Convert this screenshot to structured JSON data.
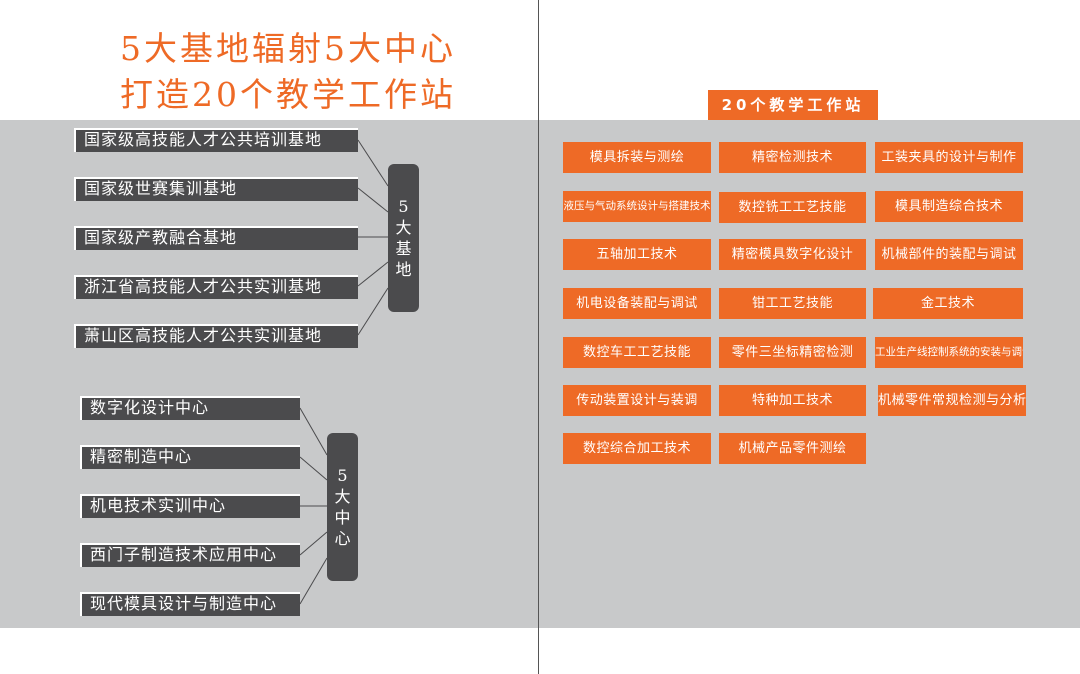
{
  "title": {
    "line1": "5大基地辐射5大中心",
    "line2": "打造20个教学工作站"
  },
  "stations_header": "20个教学工作站",
  "bases": {
    "group_label_chars": [
      "5",
      "大",
      "基",
      "地"
    ],
    "items": [
      "国家级高技能人才公共培训基地",
      "国家级世赛集训基地",
      "国家级产教融合基地",
      "浙江省高技能人才公共实训基地",
      "萧山区高技能人才公共实训基地"
    ]
  },
  "centers": {
    "group_label_chars": [
      "5",
      "大",
      "中",
      "心"
    ],
    "items": [
      "数字化设计中心",
      "精密制造中心",
      "机电技术实训中心",
      "西门子制造技术应用中心",
      "现代模具设计与制造中心"
    ]
  },
  "stations": [
    [
      "模具拆装与测绘",
      "精密检测技术",
      "工装夹具的设计与制作"
    ],
    [
      "液压与气动系统设计与搭建技术",
      "数控铣工工艺技能",
      "模具制造综合技术"
    ],
    [
      "五轴加工技术",
      "精密模具数字化设计",
      "机械部件的装配与调试"
    ],
    [
      "机电设备装配与调试",
      "钳工工艺技能",
      "金工技术"
    ],
    [
      "数控车工工艺技能",
      "零件三坐标精密检测",
      "工业生产线控制系统的安装与调试"
    ],
    [
      "传动装置设计与装调",
      "特种加工技术",
      "机械零件常规检测与分析"
    ],
    [
      "数控综合加工技术",
      "机械产品零件测绘"
    ]
  ],
  "colors": {
    "accent": "#ee6a26",
    "dark_box": "#4b4b4d",
    "band": "#c8c9ca"
  }
}
